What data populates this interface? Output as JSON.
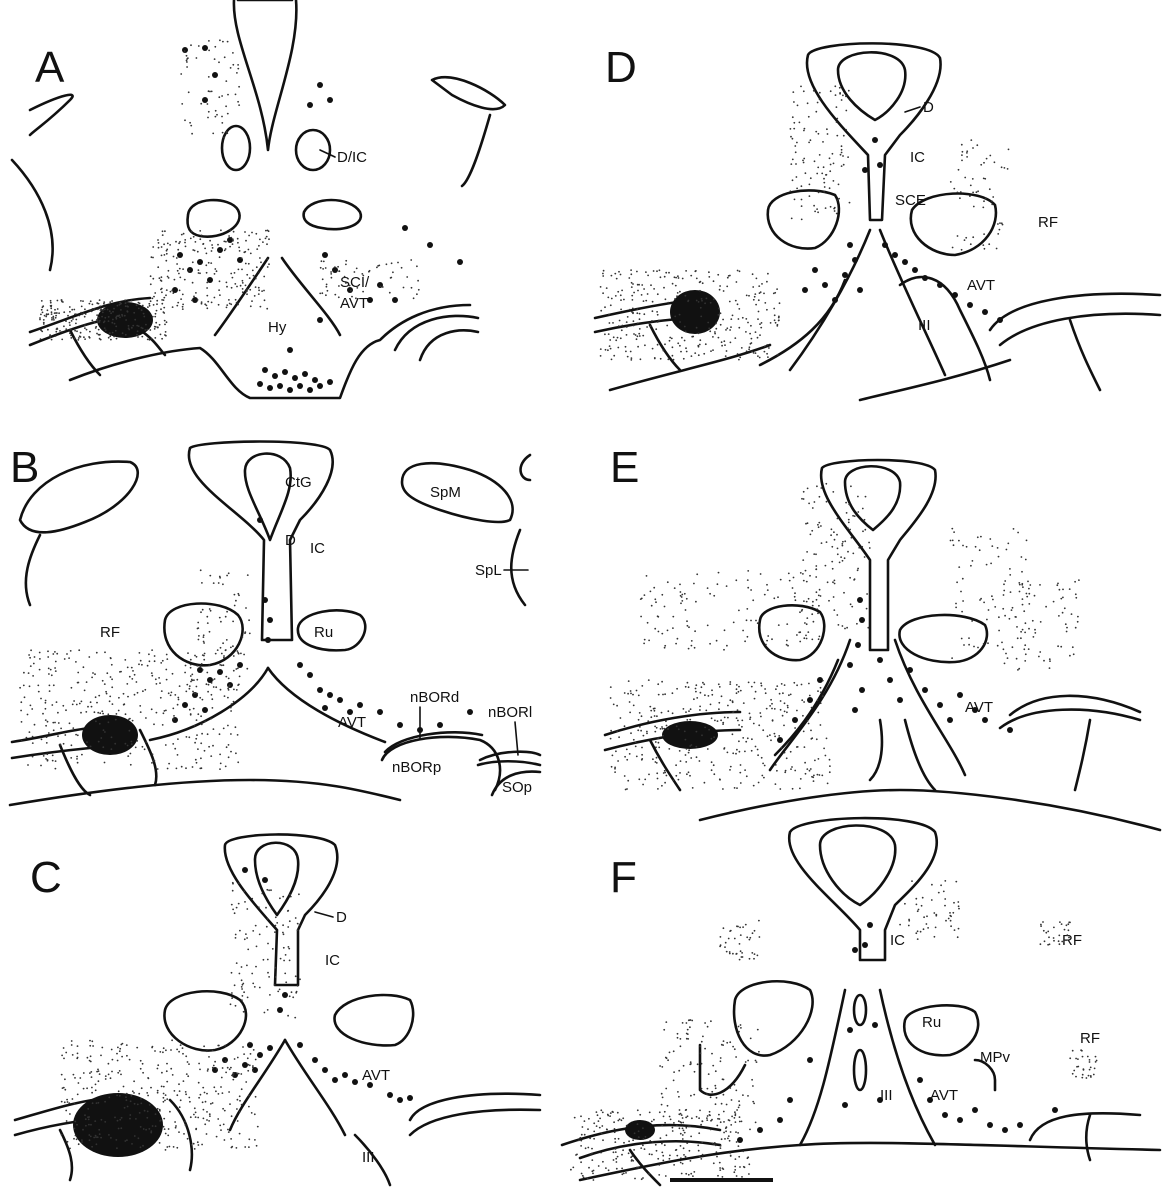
{
  "panels": [
    {
      "letter": "A",
      "labels": [
        "D/IC",
        "SCI/",
        "AVT",
        "Hy"
      ]
    },
    {
      "letter": "B",
      "labels": [
        "CtG",
        "D",
        "IC",
        "SpM",
        "SpL",
        "RF",
        "Ru",
        "nBORd",
        "nBORl",
        "AVT",
        "nBORp",
        "SOp"
      ]
    },
    {
      "letter": "C",
      "labels": [
        "D",
        "IC",
        "AVT",
        "III"
      ]
    },
    {
      "letter": "D",
      "labels": [
        "D",
        "IC",
        "SCE",
        "RF",
        "AVT",
        "III"
      ]
    },
    {
      "letter": "E",
      "labels": [
        "AVT"
      ]
    },
    {
      "letter": "F",
      "labels": [
        "IC",
        "RF",
        "Ru",
        "RF",
        "MPv",
        "III",
        "AVT"
      ]
    }
  ]
}
